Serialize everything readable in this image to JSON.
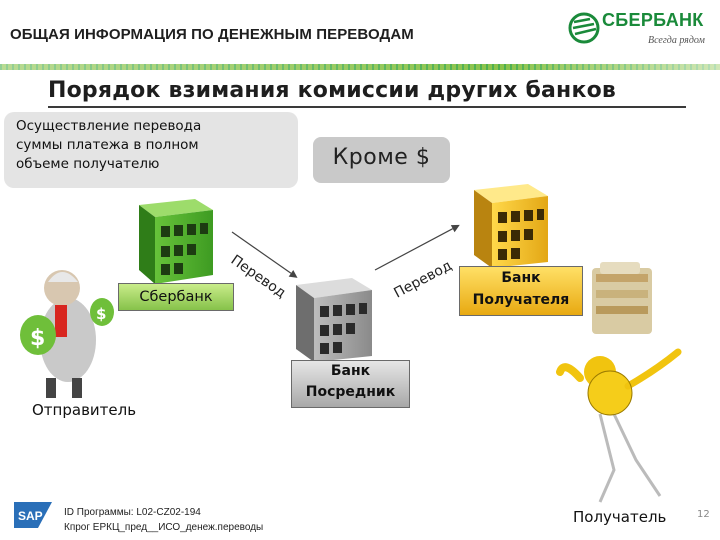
{
  "header": {
    "title": "ОБЩАЯ ИНФОРМАЦИЯ ПО ДЕНЕЖНЫМ ПЕРЕВОДАМ"
  },
  "logo": {
    "name": "СБЕРБАНК",
    "slogan": "Всегда рядом",
    "color": "#1a8a3a"
  },
  "slide": {
    "title": "Порядок взимания комиссии других банков",
    "note_lines": [
      "Осуществление перевода",
      "суммы платежа в полном",
      "объеме получателю"
    ],
    "exception": "Кроме $"
  },
  "banks": {
    "sender_bank": "Сбербанк",
    "intermediary_line1": "Банк",
    "intermediary_line2": "Посредник",
    "recipient_line1": "Банк",
    "recipient_line2": "Получателя"
  },
  "flows": {
    "transfer_label": "Перевод"
  },
  "people": {
    "sender": "Отправитель",
    "receiver": "Получатель"
  },
  "footer": {
    "program_id": "ID Программы: L02-CZ02-194",
    "file_name": "Кпрог ЕРКЦ_пред__ИСО_денеж.переводы",
    "page_number": "12",
    "vendor_logo": "SAP"
  },
  "colors": {
    "green": "#5bb334",
    "gray": "#9a9a9a",
    "yellow": "#f2c31a"
  }
}
